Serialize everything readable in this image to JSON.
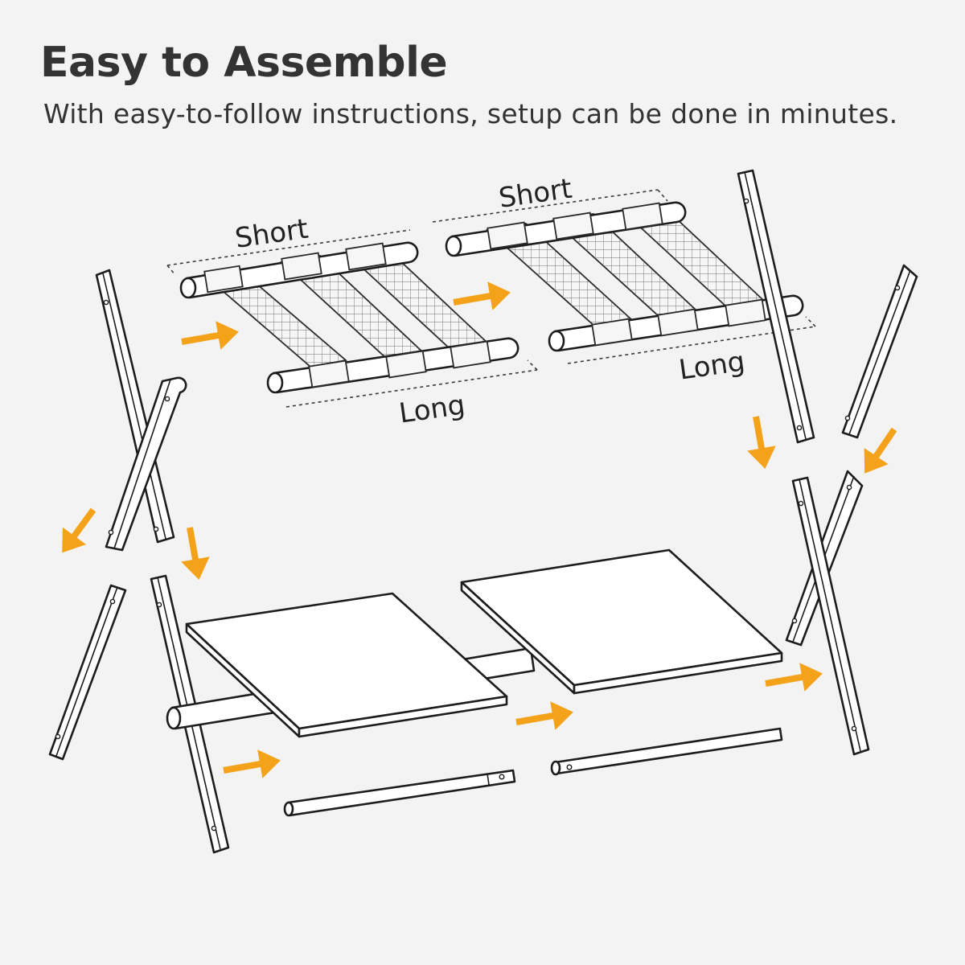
{
  "header": {
    "title": "Easy to Assemble",
    "subtitle": "With easy-to-follow instructions, setup can be done in minutes."
  },
  "diagram": {
    "labels": {
      "left_short": "Short",
      "left_long": "Long",
      "right_short": "Short",
      "right_long": "Long"
    },
    "colors": {
      "background": "#f3f3f3",
      "arrow": "#f5a21b",
      "line": "#1d1d1d",
      "text": "#333333"
    }
  }
}
